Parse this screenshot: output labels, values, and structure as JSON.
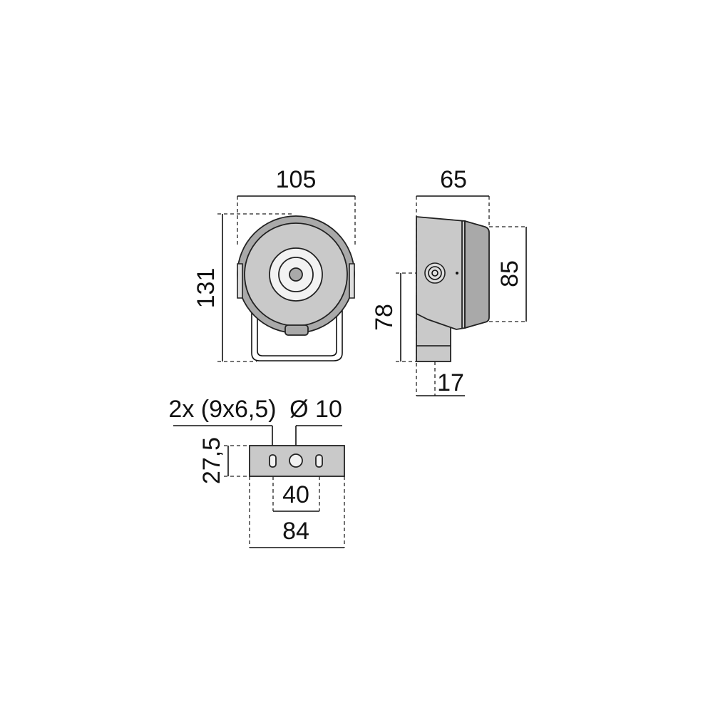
{
  "drawing": {
    "front_view": {
      "width_label": "105",
      "height_label": "131"
    },
    "side_view": {
      "depth_label": "65",
      "head_height_label": "85",
      "bracket_height_label": "78",
      "bracket_thickness_label": "17"
    },
    "base_plate": {
      "slots_label": "2x (9x6,5)",
      "hole_label": "Ø 10",
      "height_label": "27,5",
      "hole_spacing_label": "40",
      "width_label": "84"
    }
  }
}
